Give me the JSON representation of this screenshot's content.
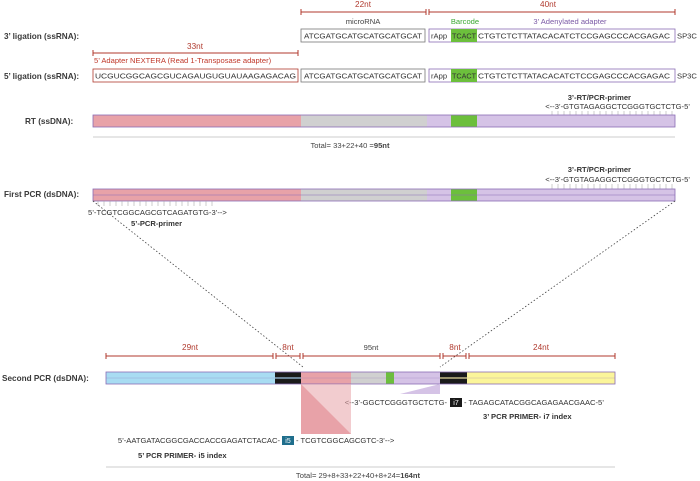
{
  "rows": {
    "lig3": "3’ ligation (ssRNA):",
    "lig5": "5’ ligation (ssRNA):",
    "rt": "RT (ssDNA):",
    "pcr1": "First PCR (dsDNA):",
    "pcr2": "Second PCR (dsDNA):"
  },
  "lengths": {
    "top_22": "22nt",
    "top_40": "40nt",
    "top_33": "33nt",
    "bot_29": "29nt",
    "bot_8a": "8nt",
    "bot_95": "95nt",
    "bot_8b": "8nt",
    "bot_24": "24nt"
  },
  "labels": {
    "microrna": "microRNA",
    "barcode": "Barcode",
    "adenylated": "3’ Adenylated adapter",
    "nextera": "5’ Adapter NEXTERA (Read 1-Transposase adapter)"
  },
  "sequences": {
    "microrna_seq": "ATCGATGCATGCATGCATGCAT",
    "rapp": "rApp",
    "barcode_seq": "TCACT",
    "adapter_seq": "CTGTCTCTTATACACATCTCCGAGCCCACGAGAC",
    "sp3c": "SP3C",
    "nextera_seq": "UCGUCGGCAGCGUCAGAUGUGUAUAAGAGACAG",
    "rt_primer_seq": "<--3’-GTGTAGAGGCTCGGGTGCTCTG-5’",
    "pcr5_primer_seq": "5’-TCGTCGGCAGCGTCAGATGTG-3’-->",
    "i7_left_seq": "<--3’-GGCTCGGGTGCTCTG-",
    "i7_right_seq": "- TAGAGCATACGGCAGAGAACGAAC-5’",
    "i5_left_seq": "5’-AATGATACGGCGACCACCGAGATCTACAC-",
    "i5_right_seq": "- TCGTCGGCAGCGTC-3’-->"
  },
  "primers": {
    "rt_primer": "3’-RT/PCR-primer",
    "pcr1_rt_primer": "3’-RT/PCR-primer",
    "pcr5_primer": "5’-PCR-primer",
    "i7_primer": "3’ PCR PRIMER- i7 index",
    "i5_primer": "5’ PCR PRIMER- i5 index",
    "i7_tag": "i7",
    "i5_tag": "i5"
  },
  "totals": {
    "total1_prefix": "Total= 33+22+40 =",
    "total1_value": "95nt",
    "total2_prefix": "Total= 29+8+33+22+40+8+24=",
    "total2_value": "164nt"
  },
  "colors": {
    "nextera_pink": "#e8a2a8",
    "microrna_grey": "#d0d0d0",
    "adapter_purple": "#d5c3e6",
    "barcode_green": "#6cbf3c",
    "p5_blue": "#a8dcf2",
    "p7_yellow": "#fbf59a",
    "index_black": "#1a1a1a",
    "outline_purple": "#8a6db5",
    "bracket_red": "#b03a2e"
  }
}
